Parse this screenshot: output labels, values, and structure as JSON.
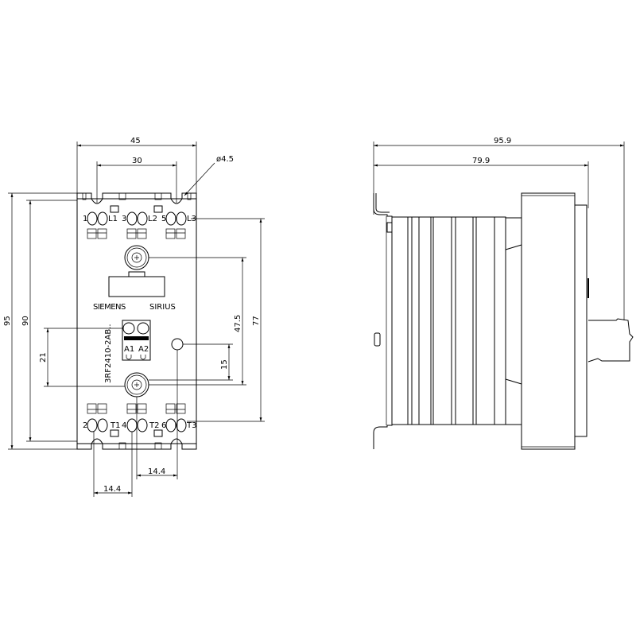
{
  "front_view": {
    "dimensions": {
      "width_45": "45",
      "hole_spacing_30": "30",
      "hole_diameter": "ø4.5",
      "height_95": "95",
      "height_90": "90",
      "dist_77": "77",
      "dist_47_5": "47.5",
      "dist_21": "21",
      "dist_15": "15",
      "pitch_14_4_a": "14.4",
      "pitch_14_4_b": "14.4"
    },
    "terminals_top": [
      "1",
      "L1",
      "3",
      "L2",
      "5",
      "L3"
    ],
    "terminals_bottom": [
      "2",
      "T1",
      "4",
      "T2",
      "6",
      "T3"
    ],
    "brand": "SIEMENS",
    "series": "SIRIUS",
    "control_terminals": [
      "A1",
      "A2"
    ],
    "order_number": "3RF2410-2AB.."
  },
  "side_view": {
    "dimensions": {
      "depth_95_9": "95.9",
      "depth_79_9": "79.9"
    }
  }
}
